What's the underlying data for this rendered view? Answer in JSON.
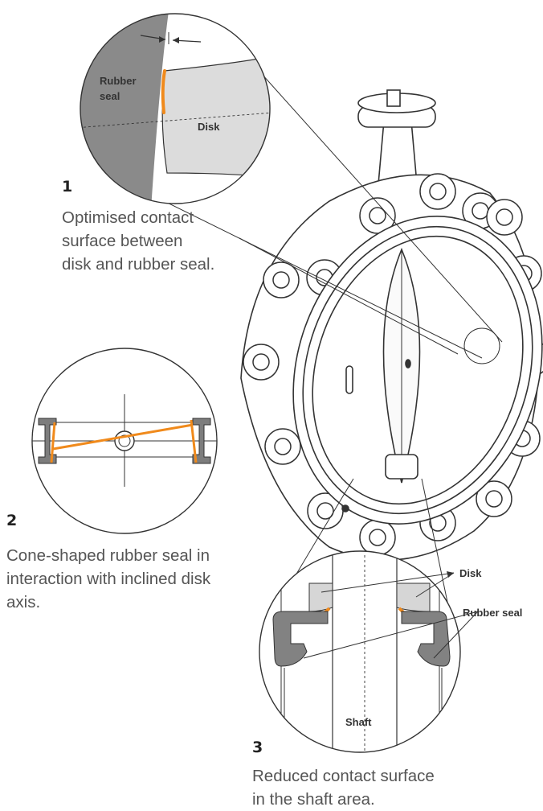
{
  "callouts": [
    {
      "number": "1",
      "caption": "Optimised contact\nsurface between\ndisk and rubber seal."
    },
    {
      "number": "2",
      "caption": "Cone-shaped rubber seal in\ninteraction with inclined disk\naxis."
    },
    {
      "number": "3",
      "caption": "Reduced contact surface\nin the shaft area."
    }
  ],
  "labels": {
    "rubber_seal_line1": "Rubber",
    "rubber_seal_line2": "seal",
    "disk_1": "Disk",
    "disk_3": "Disk",
    "rubber_seal_3": "Rubber seal",
    "shaft": "Shaft"
  },
  "colors": {
    "accent": "#f08a1c",
    "seal_gray": "#8a8a8a",
    "disk_gray": "#d6d6d6",
    "line": "#333333"
  }
}
